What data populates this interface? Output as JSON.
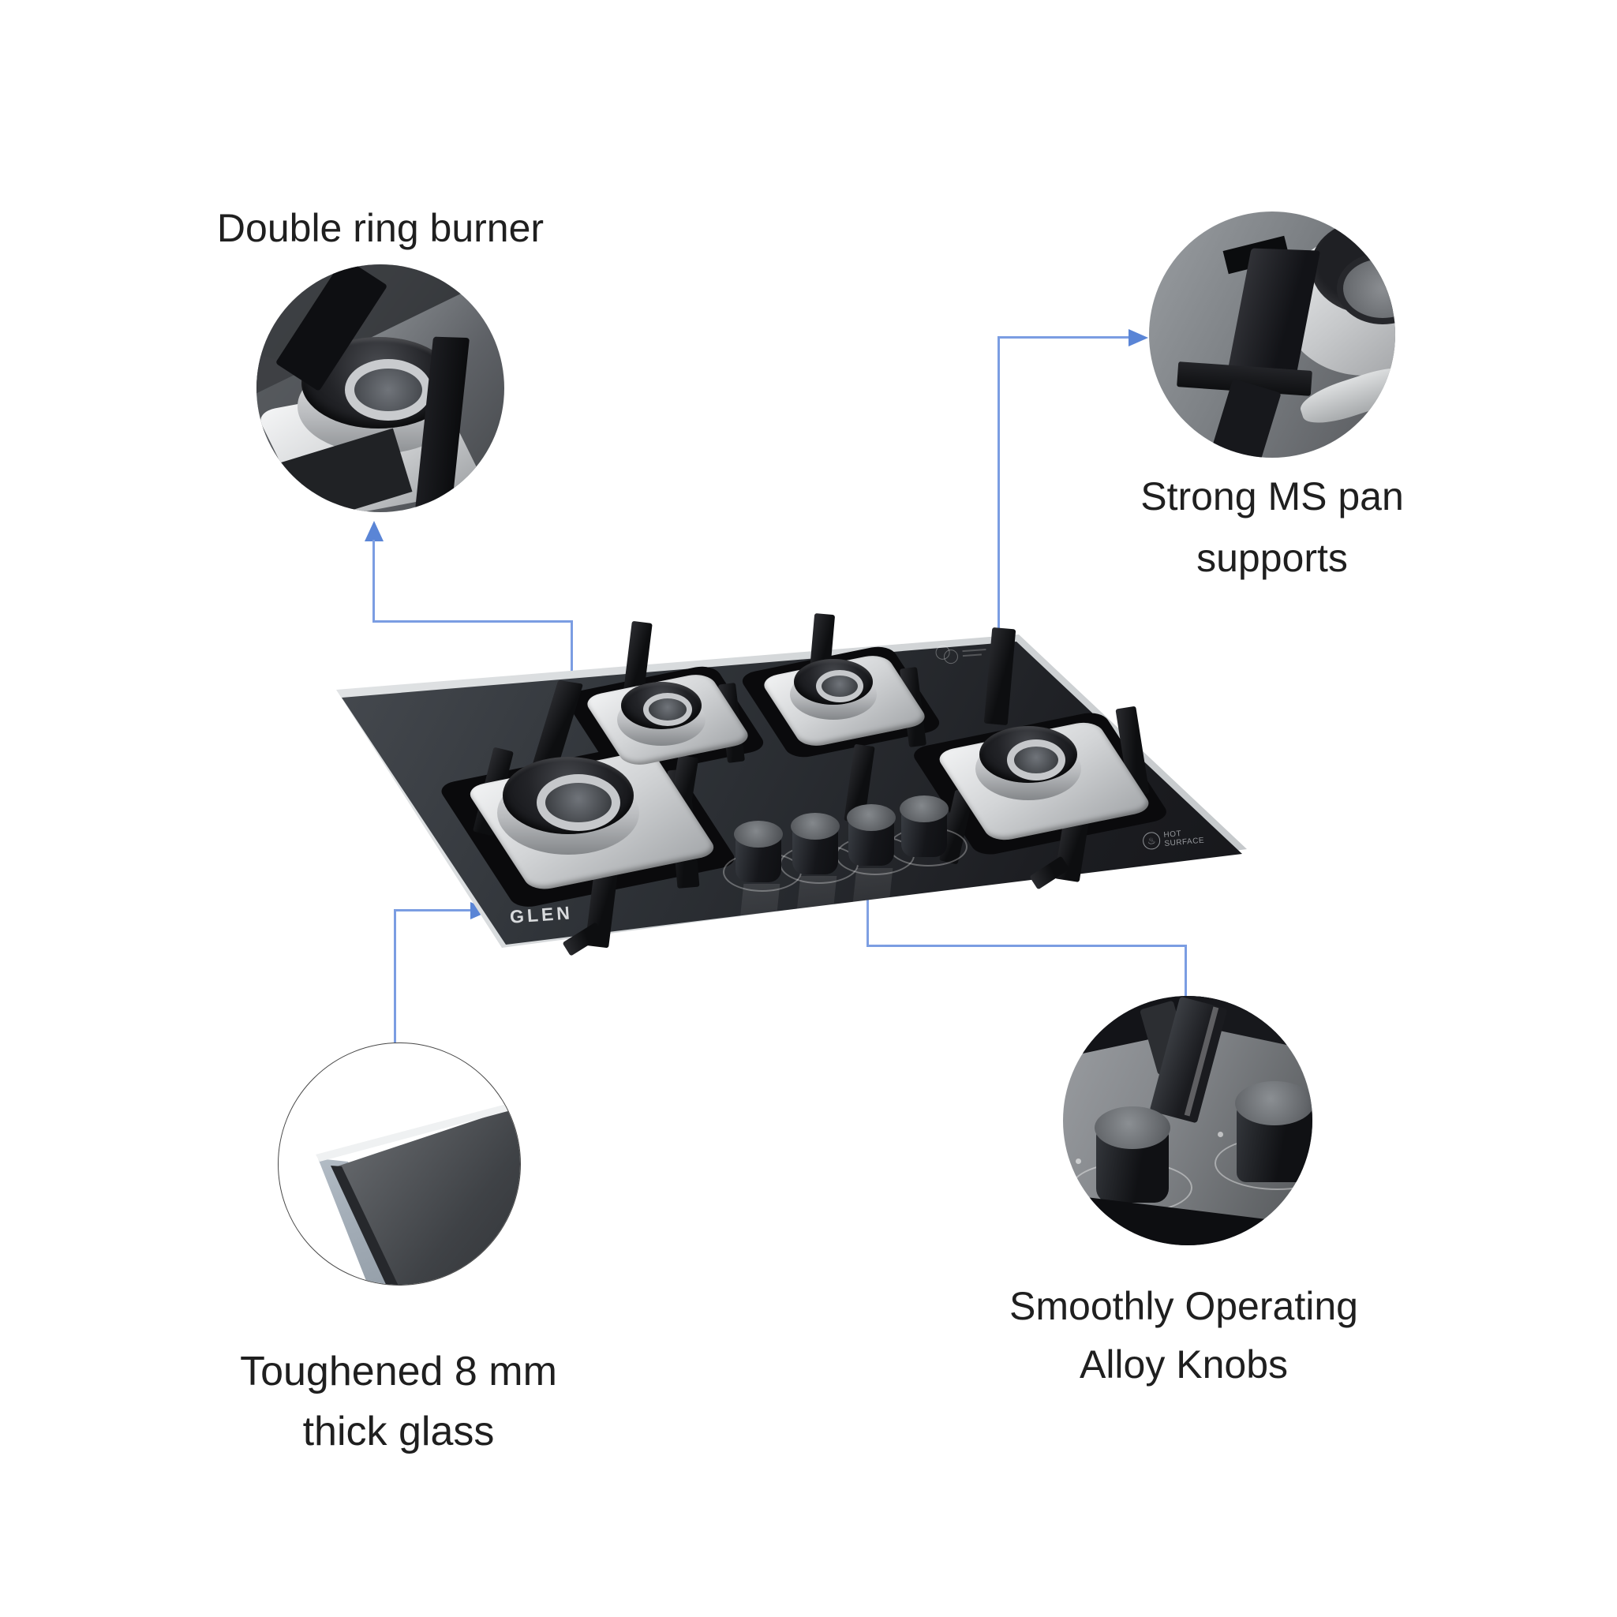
{
  "callouts": [
    {
      "id": "double-ring-burner",
      "lines": [
        "Double ring burner"
      ]
    },
    {
      "id": "strong-ms-pan-supports",
      "lines": [
        "Strong MS pan",
        "supports"
      ]
    },
    {
      "id": "toughened-glass",
      "lines": [
        "Toughened 8 mm",
        "thick glass"
      ]
    },
    {
      "id": "alloy-knobs",
      "lines": [
        "Smoothly Operating",
        "Alloy Knobs"
      ]
    }
  ],
  "product": {
    "brand": "GLEN",
    "hot_surface_mark": [
      "HOT",
      "SURFACE"
    ],
    "hot_surface_icon": "hot-springs",
    "burner_count": 4,
    "knob_count": 4
  },
  "colors": {
    "background": "#ffffff",
    "text": "#1f1f1f",
    "connector_line": "#7b9de2",
    "connector_arrow": "#5a85d6",
    "glass_dark": "#101114",
    "steel": "#d6d8da"
  }
}
